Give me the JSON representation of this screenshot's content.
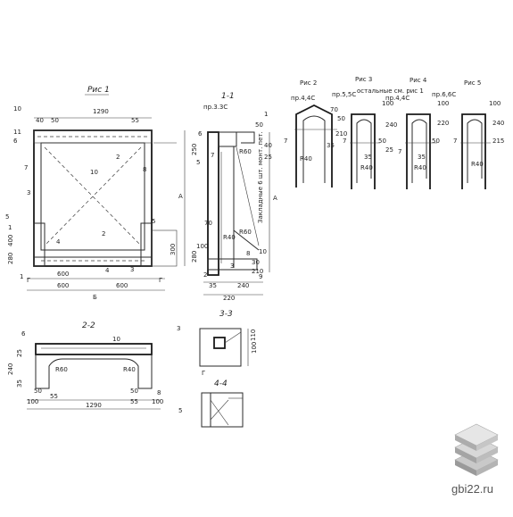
{
  "titles": {
    "fig1": "Рис 1",
    "sec11": "1-1",
    "sec22": "2-2",
    "sec33": "3-3",
    "sec44": "4-4",
    "fig2": "Рис 2",
    "fig3": "Рис 3",
    "fig4": "Рис 4",
    "fig5": "Рис 5"
  },
  "fig1": {
    "top_width": "1290",
    "dim_40": "40",
    "dim_50": "50",
    "dim_55": "55",
    "dim_600_left": "600",
    "dim_600_right": "600",
    "dim_600_mid": "600",
    "dim_280": "280",
    "dim_400": "400",
    "dim_300": "300",
    "overall": "Б",
    "side_letter": "А",
    "callouts": [
      "10",
      "11",
      "6",
      "7",
      "2",
      "8",
      "10",
      "5",
      "1",
      "4",
      "2",
      "3",
      "1",
      "4",
      "3",
      "5"
    ]
  },
  "sec11": {
    "note_top": "пр.3.3С",
    "dims": [
      "250",
      "40",
      "70",
      "100",
      "280",
      "35",
      "220",
      "240",
      "25",
      "50",
      "R60",
      "R60",
      "R40",
      "30",
      "210",
      "10"
    ],
    "callouts": [
      "1",
      "6",
      "5",
      "7",
      "2",
      "8",
      "3",
      "9"
    ],
    "vertical_note": "Закладные 6 шт. монт. пет.",
    "side_letter": "А"
  },
  "details": {
    "fig2_note": "пр.4,4С",
    "fig3_note": "пр.5,5С",
    "fig4_note": "пр.6,6С",
    "mid_note": "остальные см. рис 1",
    "mid_note2": "пр.4,4С",
    "dims": [
      "70",
      "50",
      "210",
      "35",
      "R40",
      "100",
      "50",
      "240",
      "25",
      "35",
      "R40",
      "50",
      "220",
      "35",
      "R40",
      "100",
      "100",
      "240",
      "215",
      "R40"
    ],
    "callouts": [
      "7",
      "7",
      "7",
      "7"
    ]
  },
  "sec22": {
    "width": "1290",
    "dims": [
      "240",
      "25",
      "35",
      "50",
      "100",
      "55",
      "50",
      "55",
      "100",
      "R60",
      "R40"
    ],
    "callouts": [
      "6",
      "10",
      "8"
    ]
  },
  "sec33": {
    "dims": [
      "100",
      "110"
    ],
    "callouts": [
      "3",
      "Г"
    ]
  },
  "sec44": {
    "callouts": [
      "5"
    ]
  },
  "brand": {
    "site": "gbi22.ru"
  }
}
